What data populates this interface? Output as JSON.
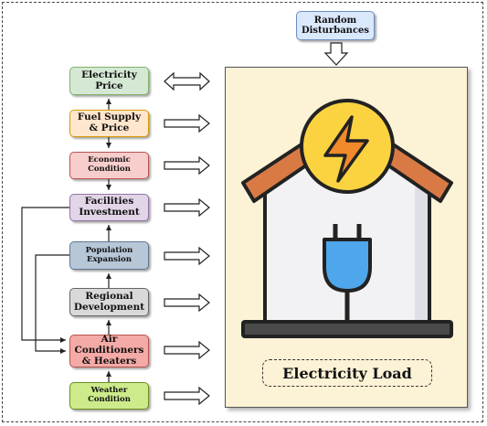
{
  "disturbance": {
    "line1": "Random",
    "line2": "Disturbances"
  },
  "target": {
    "label": "Electricity Load"
  },
  "factors": [
    {
      "line1": "Electricity",
      "line2": "Price",
      "fill": "#d5e8d4",
      "border": "#82b366"
    },
    {
      "line1": "Fuel Supply",
      "line2": "& Price",
      "fill": "#ffe6cc",
      "border": "#d79b00"
    },
    {
      "line1": "Economic",
      "line2": "Condition",
      "fill": "#f8cecc",
      "border": "#b85450"
    },
    {
      "line1": "Facilities",
      "line2": "Investment",
      "fill": "#e1d5e7",
      "border": "#9673a6"
    },
    {
      "line1": "Population",
      "line2": "Expansion",
      "fill": "#b7c7d8",
      "border": "#5f7892"
    },
    {
      "line1": "Regional",
      "line2": "Development",
      "fill": "#d9d9d9",
      "border": "#666666"
    },
    {
      "line1": "Air",
      "line2": "Conditioners",
      "line3": "& Heaters",
      "fill": "#f4aaa6",
      "border": "#b85450"
    },
    {
      "line1": "Weather",
      "line2": "Condition",
      "fill": "#cdeb8b",
      "border": "#6d8f1f"
    }
  ],
  "colors": {
    "house_roof": "#d97a45",
    "house_wall": "#f2f2f4",
    "bolt_circle": "#fbd341",
    "bolt": "#f08a2a",
    "plug": "#4ea7ea",
    "panel": "#fcf2d6"
  }
}
